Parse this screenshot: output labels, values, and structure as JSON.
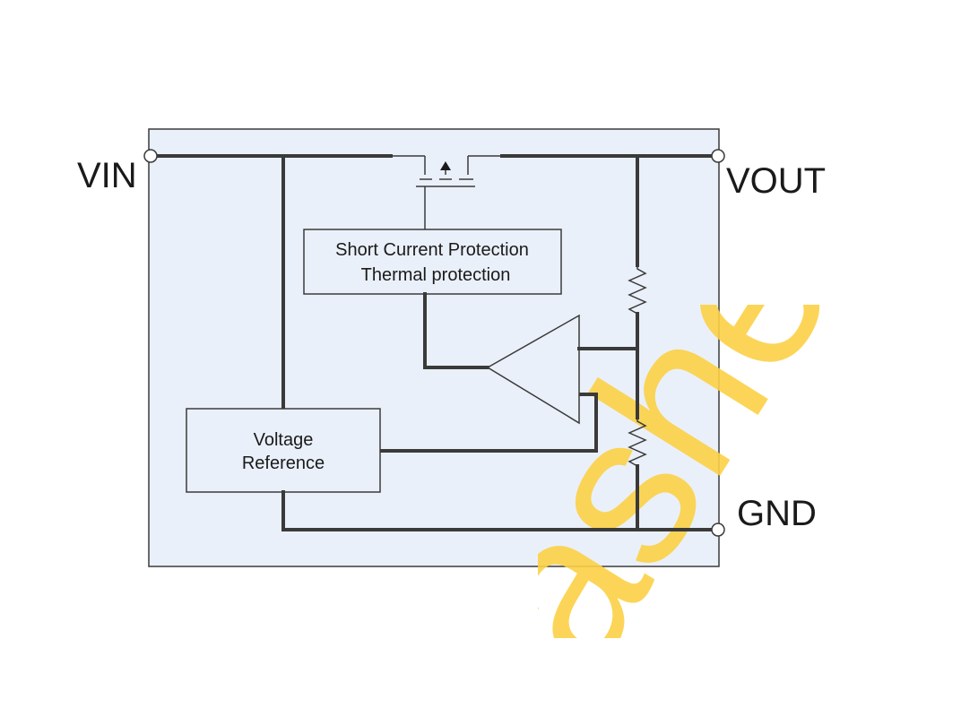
{
  "pins": {
    "vin": "VIN",
    "vout": "VOUT",
    "gnd": "GND"
  },
  "blocks": {
    "protection": {
      "line1": "Short Current Protection",
      "line2": "Thermal protection"
    },
    "reference": {
      "line1": "Voltage",
      "line2": "Reference"
    }
  },
  "watermark": {
    "text": "ashee"
  },
  "colors": {
    "chip_fill": "#eaf0fa",
    "wire": "#3a3a3a",
    "watermark": "#fcd146"
  }
}
